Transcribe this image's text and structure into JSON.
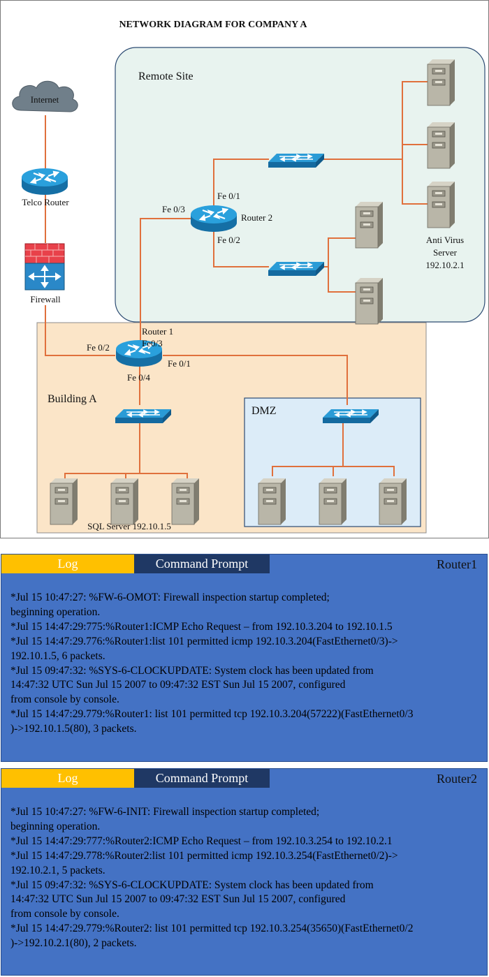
{
  "diagram": {
    "title": "NETWORK DIAGRAM FOR COMPANY A",
    "internet_label": "Internet",
    "telco_router_label": "Telco Router",
    "firewall_label": "Firewall",
    "remote_site_label": "Remote Site",
    "router2_label": "Router 2",
    "router2_ports": {
      "fe01": "Fe 0/1",
      "fe02": "Fe 0/2",
      "fe03": "Fe 0/3"
    },
    "antivirus_label_lines": [
      "Anti Virus",
      "Server",
      "192.10.2.1"
    ],
    "router1_label": "Router 1",
    "router1_ports": {
      "fe03": "Fe0/3",
      "fe02": "Fe 0/2",
      "fe01": "Fe 0/1",
      "fe04": "Fe 0/4"
    },
    "building_a_label": "Building A",
    "dmz_label": "DMZ",
    "sql_server_label": "SQL Server 192.10.1.5",
    "colors": {
      "link": "#e0703c",
      "remote_site_fill": "#e8f3ef",
      "building_fill": "#fbe5c8",
      "dmz_fill": "#dcecf8",
      "router_blue": "#1f8ecb",
      "switch_blue": "#2a9bd6",
      "server_gray": "#b9b6a8"
    }
  },
  "panels": [
    {
      "tabs": {
        "log": "Log",
        "command_prompt": "Command Prompt"
      },
      "router": "Router1",
      "lines": [
        "*Jul 15 10:47:27: %FW-6-OMOT: Firewall inspection startup completed;",
        "beginning operation.",
        "*Jul 15 14:47:29:775:%Router1:ICMP Echo Request – from 192.10.3.204 to 192.10.1.5",
        "*Jul 15 14:47:29.776:%Router1:list 101 permitted icmp 192.10.3.204(FastEthernet0/3)->",
        "192.10.1.5, 6 packets.",
        "*Jul 15 09:47:32: %SYS-6-CLOCKUPDATE: System clock has been updated from",
        "14:47:32 UTC Sun Jul 15 2007 to 09:47:32 EST Sun Jul 15 2007, configured",
        "from console by console.",
        "*Jul 15 14:47:29.779:%Router1: list 101 permitted tcp 192.10.3.204(57222)(FastEthernet0/3",
        ")->192.10.1.5(80), 3 packets."
      ]
    },
    {
      "tabs": {
        "log": "Log",
        "command_prompt": "Command Prompt"
      },
      "router": "Router2",
      "lines": [
        "*Jul 15 10:47:27: %FW-6-INIT: Firewall inspection startup completed;",
        "beginning operation.",
        "*Jul 15 14:47:29:777:%Router2:ICMP Echo Request – from 192.10.3.254 to 192.10.2.1",
        "*Jul 15 14:47:29.778:%Router2:list 101 permitted icmp 192.10.3.254(FastEthernet0/2)->",
        "192.10.2.1, 5 packets.",
        "*Jul 15 09:47:32: %SYS-6-CLOCKUPDATE: System clock has been updated from",
        "14:47:32 UTC Sun Jul 15 2007 to 09:47:32 EST Sun Jul 15 2007, configured",
        "from console by console.",
        "*Jul 15 14:47:29.779:%Router2: list 101 permitted tcp 192.10.3.254(35650)(FastEthernet0/2",
        ")->192.10.2.1(80), 2 packets."
      ]
    }
  ]
}
